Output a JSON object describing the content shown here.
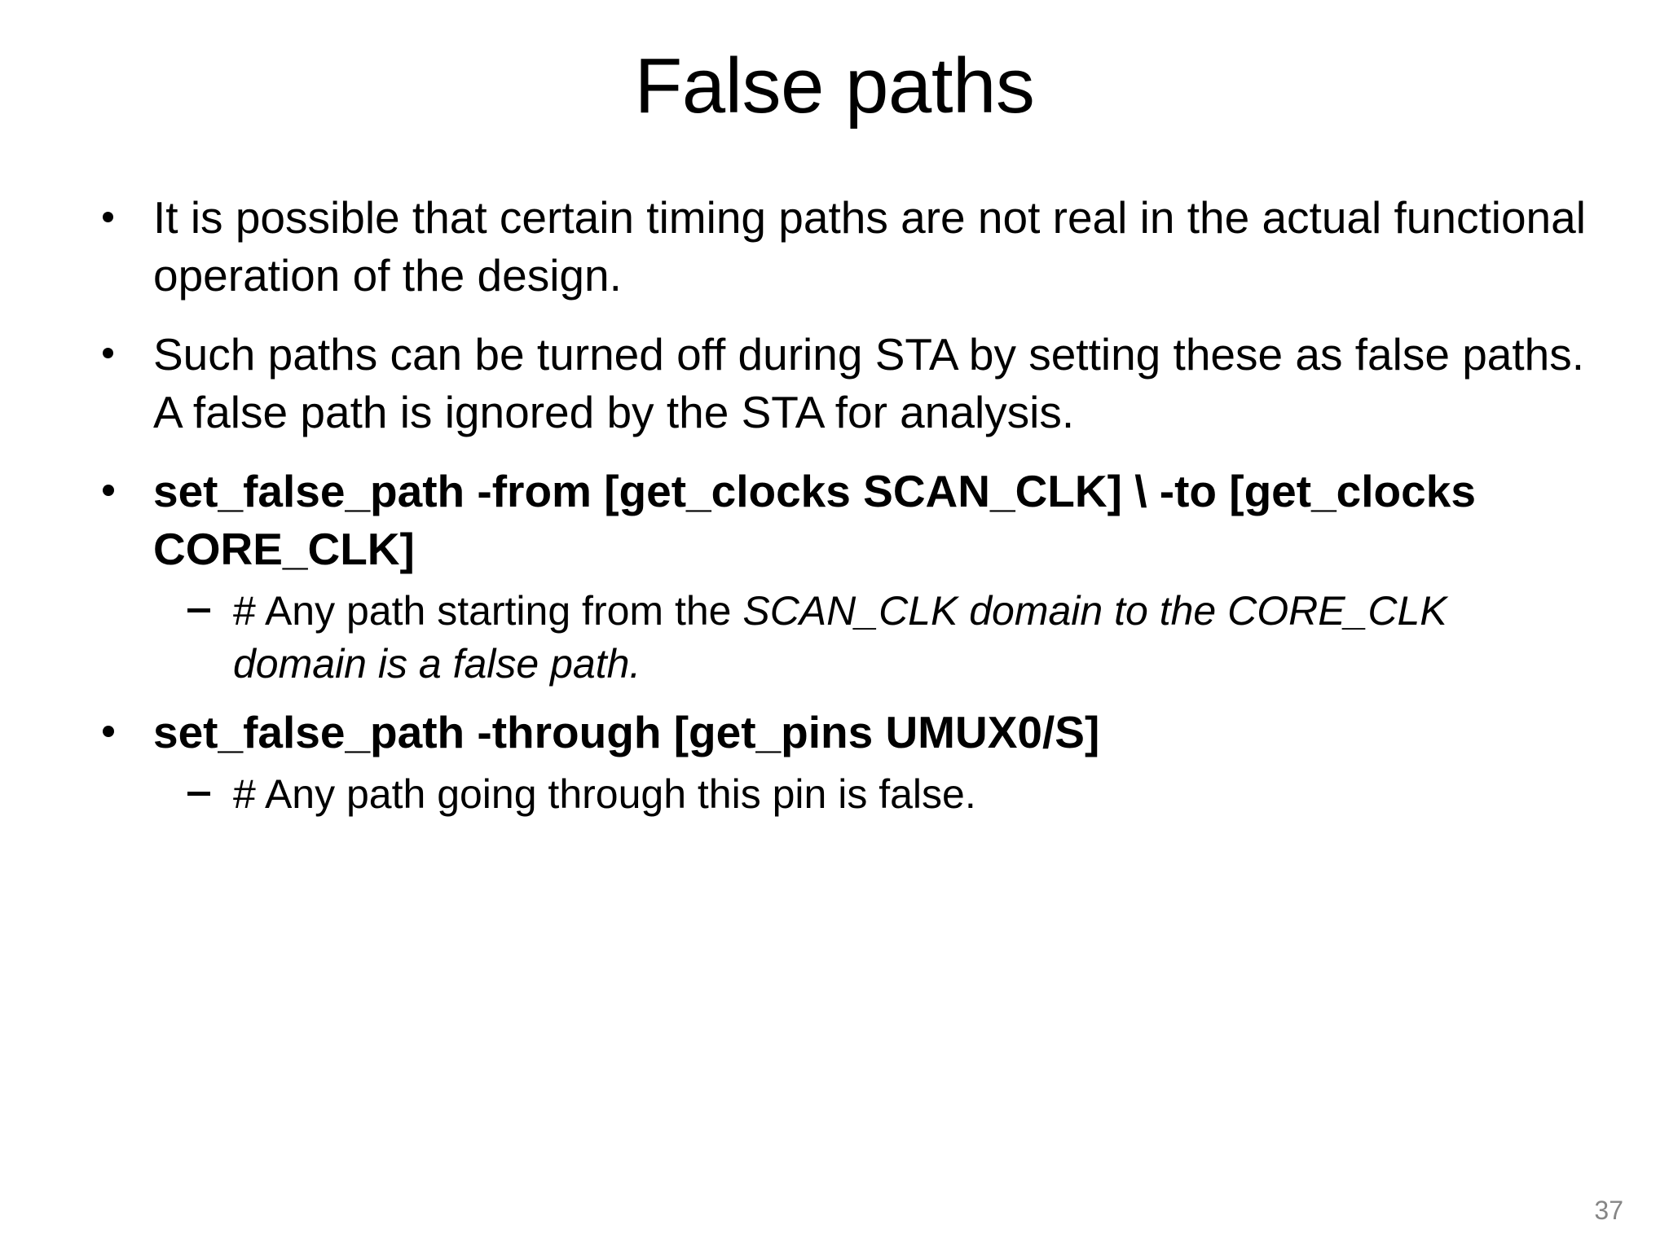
{
  "slide": {
    "title": "False paths",
    "page_number": "37",
    "page_number_color": "#868686",
    "background_color": "#ffffff",
    "text_color": "#000000"
  },
  "bullets": [
    {
      "level": 1,
      "style": "normal",
      "text": "It is possible that certain timing paths are not real in the actual functional operation of the design."
    },
    {
      "level": 1,
      "style": "normal",
      "text": "Such paths can be turned off during STA by setting these as false paths. A false path is ignored by the STA for analysis."
    },
    {
      "level": 1,
      "style": "bold",
      "text": "set_false_path -from [get_clocks SCAN_CLK] \\ -to [get_clocks CORE_CLK]"
    },
    {
      "level": 2,
      "style": "mixed-italic",
      "text_plain": "# Any path starting from the ",
      "text_italic": "SCAN_CLK domain to the CORE_CLK domain is a false path."
    },
    {
      "level": 1,
      "style": "bold",
      "text": "set_false_path -through [get_pins UMUX0/S]"
    },
    {
      "level": 2,
      "style": "normal",
      "text_plain": "# Any path going through this pin is false.",
      "text_italic": ""
    }
  ]
}
